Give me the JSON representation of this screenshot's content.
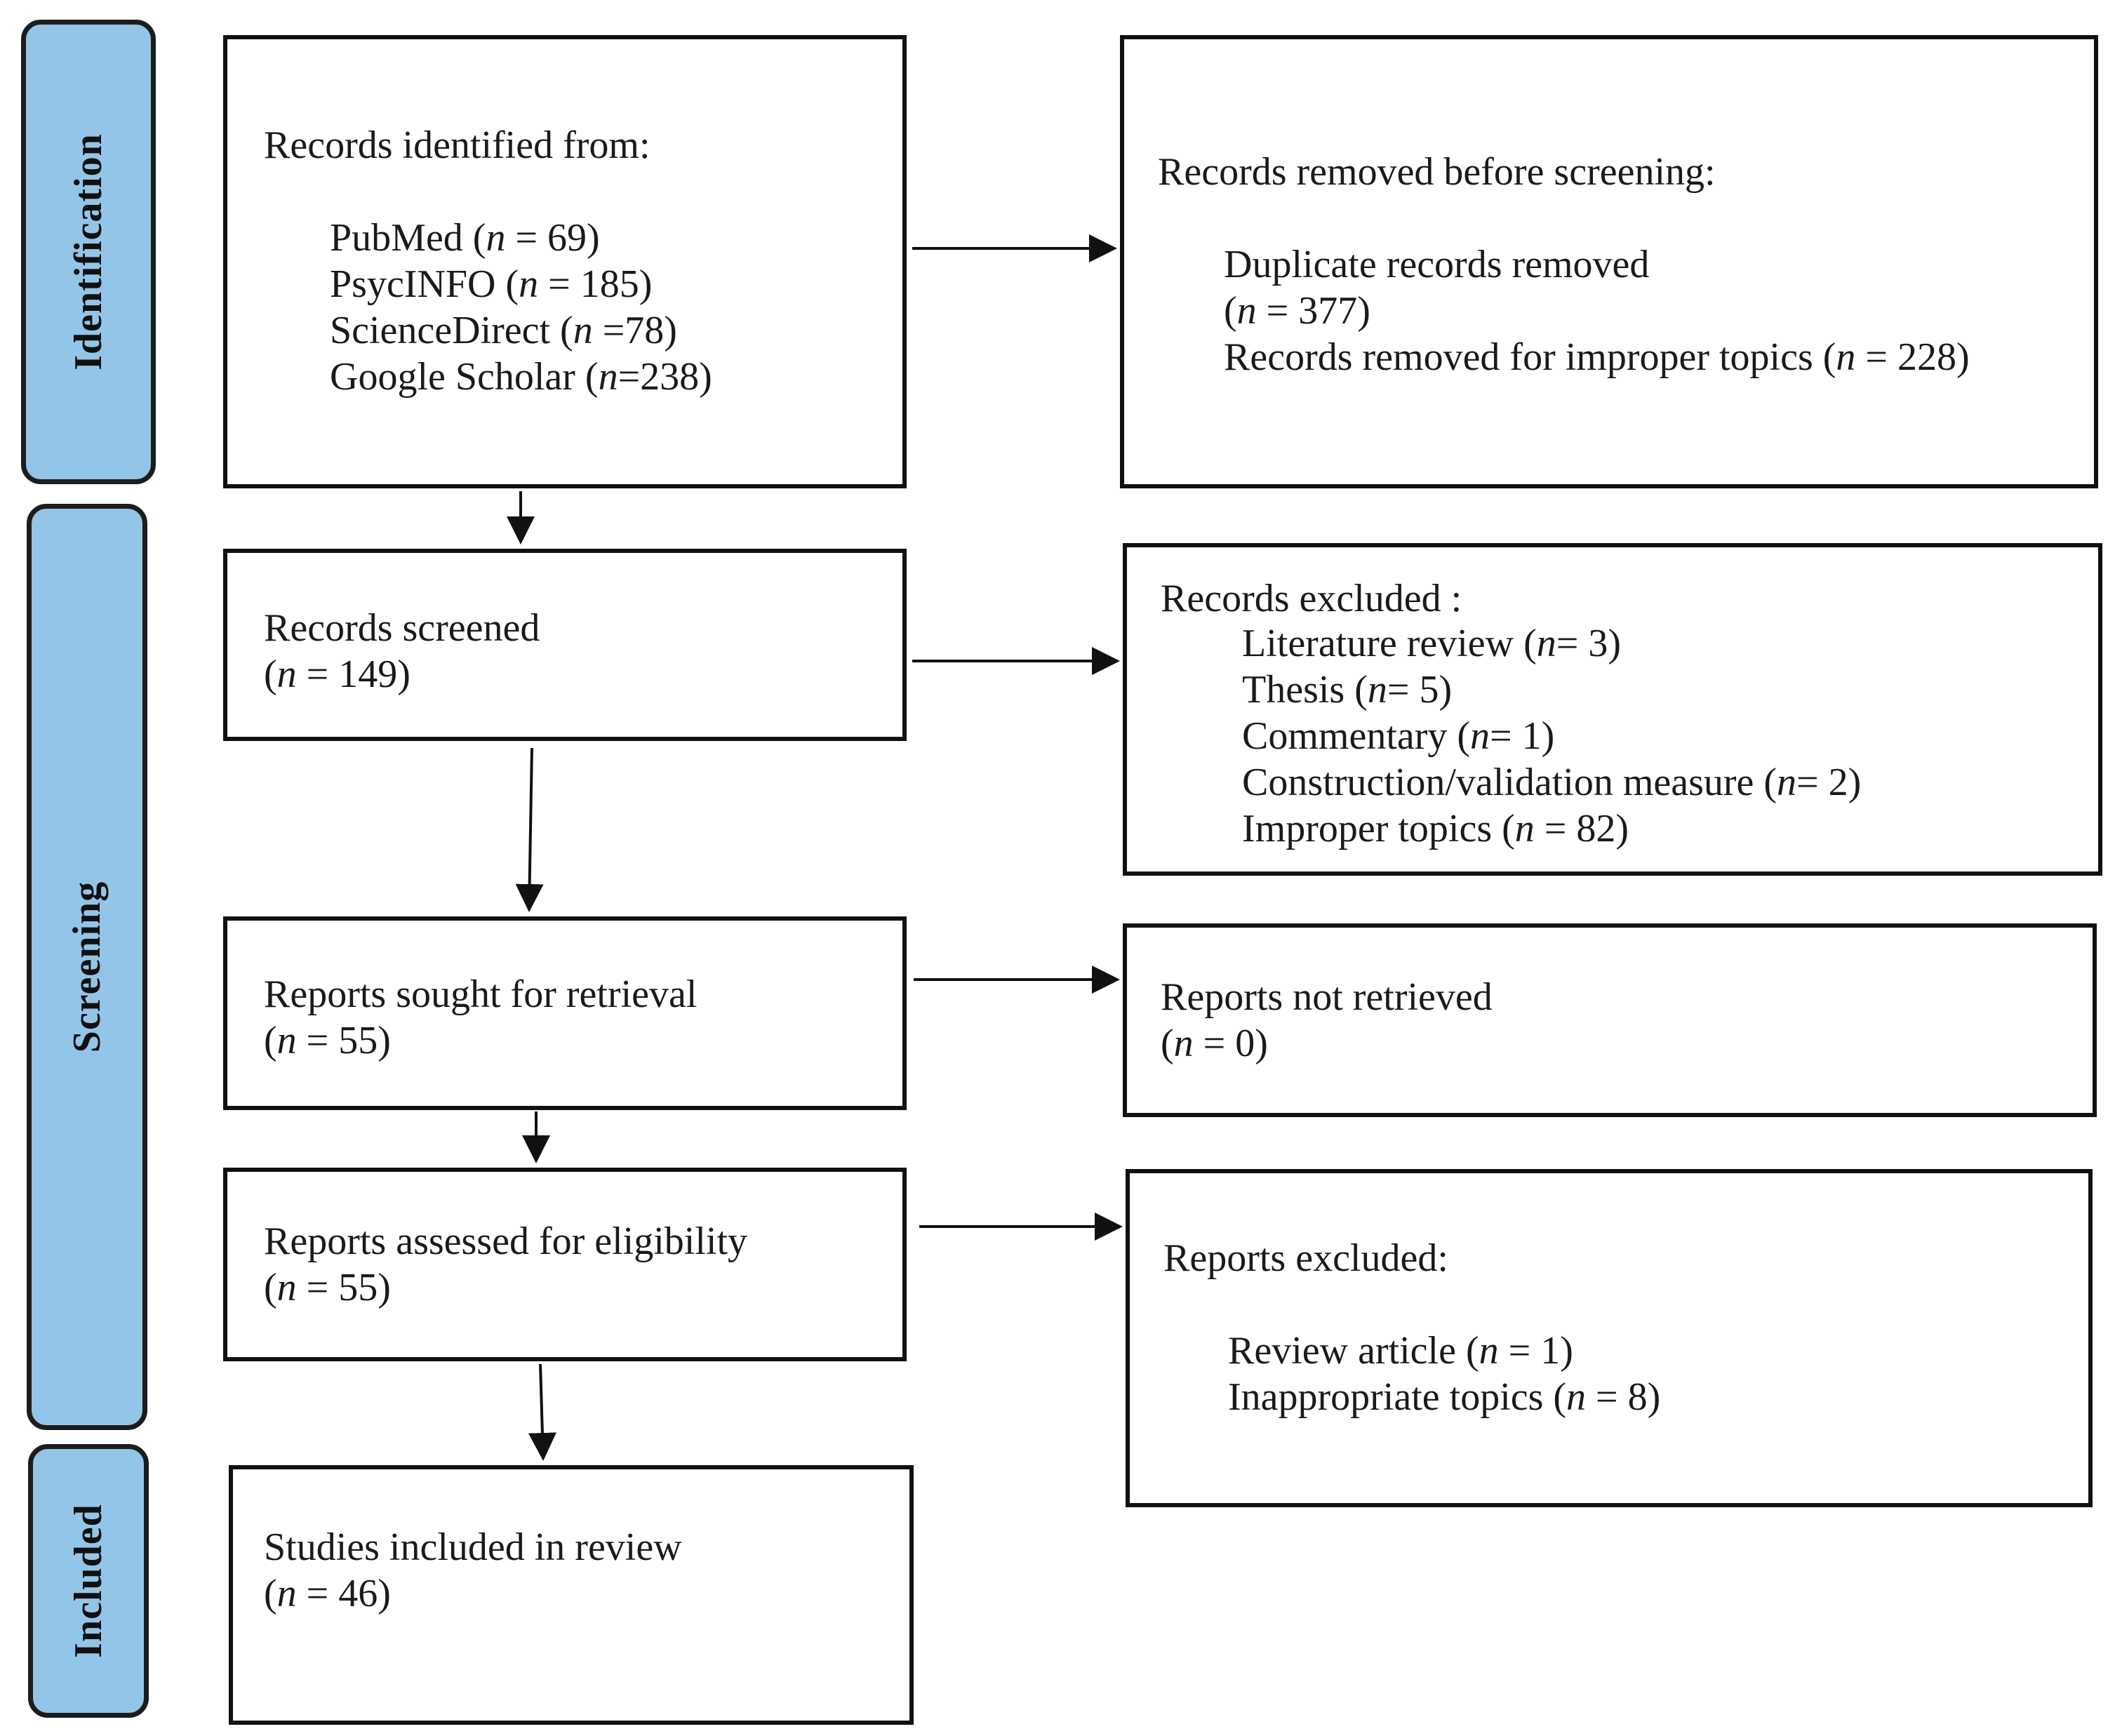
{
  "phases": {
    "identification": "Identification",
    "screening": "Screening",
    "included": "Included"
  },
  "boxes": {
    "identified": {
      "heading": "Records identified from:",
      "items": [
        {
          "label": "PubMed (",
          "n": "n",
          "value": " = 69)"
        },
        {
          "label": "PsycINFO (",
          "n": "n",
          "value": " = 185)"
        },
        {
          "label": "ScienceDirect (",
          "n": "n",
          "value": " =78)"
        },
        {
          "label": "Google Scholar (",
          "n": "n",
          "value": "=238)"
        }
      ]
    },
    "removed_before_screening": {
      "heading": "Records removed before screening:",
      "line1": "Duplicate records removed",
      "line2_pre": "(",
      "line2_n": "n",
      "line2_val": " = 377)",
      "line3_pre": "Records removed for improper topics (",
      "line3_n": "n",
      "line3_val": " = 228)"
    },
    "screened": {
      "heading": "Records screened",
      "count_pre": "(",
      "count_n": "n",
      "count_val": " = 149)"
    },
    "excluded": {
      "heading": "Records excluded :",
      "items": [
        {
          "label": "Literature review (",
          "n": "n",
          "value": "= 3)"
        },
        {
          "label": "Thesis (",
          "n": "n",
          "value": "= 5)"
        },
        {
          "label": "Commentary (",
          "n": "n",
          "value": "= 1)"
        },
        {
          "label": "Construction/validation measure (",
          "n": "n",
          "value": "= 2)"
        },
        {
          "label": "Improper topics (",
          "n": "n",
          "value": " = 82)"
        }
      ]
    },
    "sought": {
      "heading": "Reports sought for retrieval",
      "count_pre": "(",
      "count_n": "n",
      "count_val": " = 55)"
    },
    "not_retrieved": {
      "heading": "Reports not retrieved",
      "count_pre": "(",
      "count_n": "n",
      "count_val": " = 0)"
    },
    "assessed": {
      "heading": "Reports assessed for eligibility",
      "count_pre": "(",
      "count_n": "n",
      "count_val": " = 55)"
    },
    "reports_excluded": {
      "heading": "Reports excluded:",
      "items": [
        {
          "label": "Review article (",
          "n": "n",
          "value": " = 1)"
        },
        {
          "label": "Inappropriate topics (",
          "n": "n",
          "value": " = 8)"
        }
      ]
    },
    "included": {
      "heading": "Studies included in review",
      "count_pre": "(",
      "count_n": "n",
      "count_val": " = 46)"
    }
  }
}
